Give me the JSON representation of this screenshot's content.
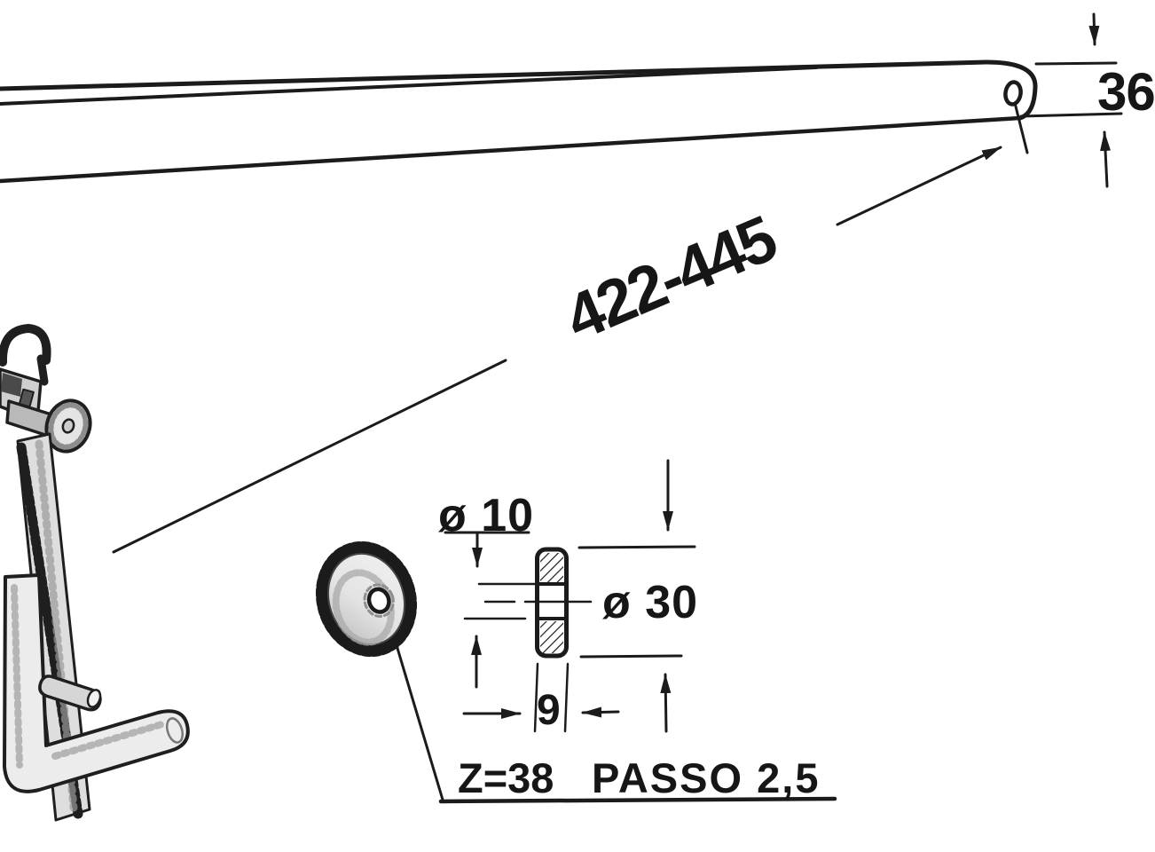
{
  "drawing": {
    "part_number": "422-445",
    "dimensions": {
      "handle_end_width": "36",
      "bore_diameter": "ø 10",
      "gear_outer_diameter": "ø 30",
      "gear_thickness": "9"
    },
    "gear_spec": {
      "teeth": "Z=38",
      "pitch": "PASSO 2,5"
    },
    "colors": {
      "ink": "#1b1b1b",
      "paper": "#ffffff"
    }
  }
}
